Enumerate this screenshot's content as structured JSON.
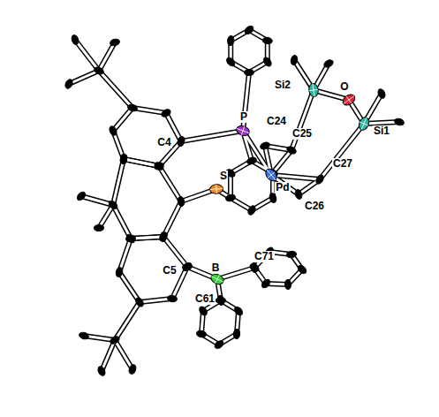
{
  "diagram": {
    "labels": [
      "Si2",
      "O",
      "Si1",
      "C24",
      "P",
      "C4",
      "C25",
      "C27",
      "Pd",
      "C26",
      "S",
      "C71",
      "C5",
      "B",
      "C61"
    ]
  }
}
